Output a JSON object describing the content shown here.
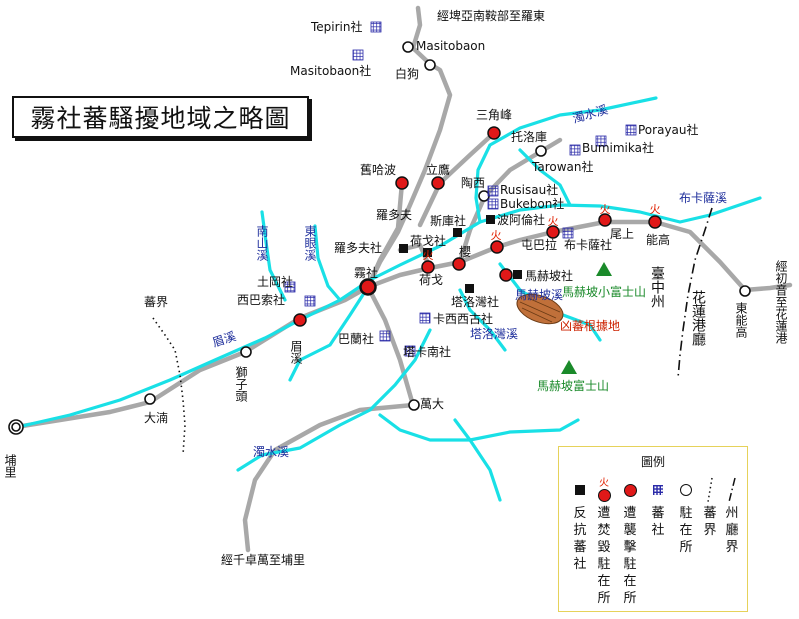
{
  "title": "霧社蕃騷擾地域之略圖",
  "roads_notes": {
    "north": "經埤亞南鞍部至羅東",
    "south": "經千卓萬至埔里",
    "east": "經初音至花蓮港"
  },
  "places": {
    "tepirin": "Tepirin社",
    "masitobaon_she": "Masitobaon社",
    "masitobaon": "Masitobaon",
    "baigou": "白狗",
    "sanjiaofeng": "三角峰",
    "tuoluoku": "托洛庫",
    "porayau": "Porayau社",
    "bumimika": "Bumimika社",
    "tarowan": "Tarowan社",
    "jiuhabo": "舊哈波",
    "liying": "立鷹",
    "taoxi": "陶西",
    "rusisau": "Rusisau社",
    "bukebon": "Bukebon社",
    "luoduofu": "羅多夫",
    "sikushe": "斯庫社",
    "boahelun": "波阿倫社",
    "luoduofushe": "羅多夫社",
    "hegeshe": "荷戈社",
    "tunbala": "屯巴拉",
    "bukasa": "布卡薩社",
    "weishang": "尾上",
    "nenggao": "能高",
    "ying": "櫻",
    "mahebopo": "馬赫坡社",
    "tugang": "土岡社",
    "xibasuo": "西巴索社",
    "wushe": "霧社",
    "hege": "荷戈",
    "taluowan": "塔洛灣社",
    "kaxixigu": "卡西西古社",
    "meixi": "眉溪",
    "balan": "巴蘭社",
    "takanan": "塔卡南社",
    "shizitou": "獅子頭",
    "fanjie_label": "蕃界",
    "puli": "埔里",
    "dadi": "大湳",
    "wanda": "萬大",
    "dongnenggao": "東能高",
    "taizhong": "臺中州",
    "hualian": "花蓮港廳"
  },
  "rivers": {
    "zhuoshui_n": "濁水溪",
    "bukasa_river": "布卡薩溪",
    "nanshan": "南山溪",
    "dongyan": "東眼溪",
    "meixi_river": "眉溪",
    "mahebo_river": "馬赫坡溪",
    "taluowan_river": "塔洛灣溪",
    "zhuoshui_s": "濁水溪"
  },
  "peaks": {
    "small_fuji": "馬赫坡小富士山",
    "fuji": "馬赫坡富士山"
  },
  "hideout": "凶蕃根據地",
  "fire_mark": "火",
  "legend": {
    "title": "圖例",
    "items": [
      {
        "symbol": "black-square",
        "label": "反抗蕃社"
      },
      {
        "symbol": "red-dot-fire",
        "label": "遭焚毀駐在所"
      },
      {
        "symbol": "red-dot",
        "label": "遭襲擊駐在所"
      },
      {
        "symbol": "blue-grid",
        "label": "蕃社"
      },
      {
        "symbol": "white-dot",
        "label": "駐在所"
      },
      {
        "symbol": "dotted-line",
        "label": "蕃界"
      },
      {
        "symbol": "dash-dot-line",
        "label": "州廳界"
      }
    ]
  },
  "colors": {
    "road": "#a8a8a8",
    "river": "#19e0e6",
    "attacked": "#e01818",
    "tribe": "#2a2aa8",
    "peak": "#1a8a2a",
    "hideout": "#c0703a",
    "fire": "#e02000"
  }
}
